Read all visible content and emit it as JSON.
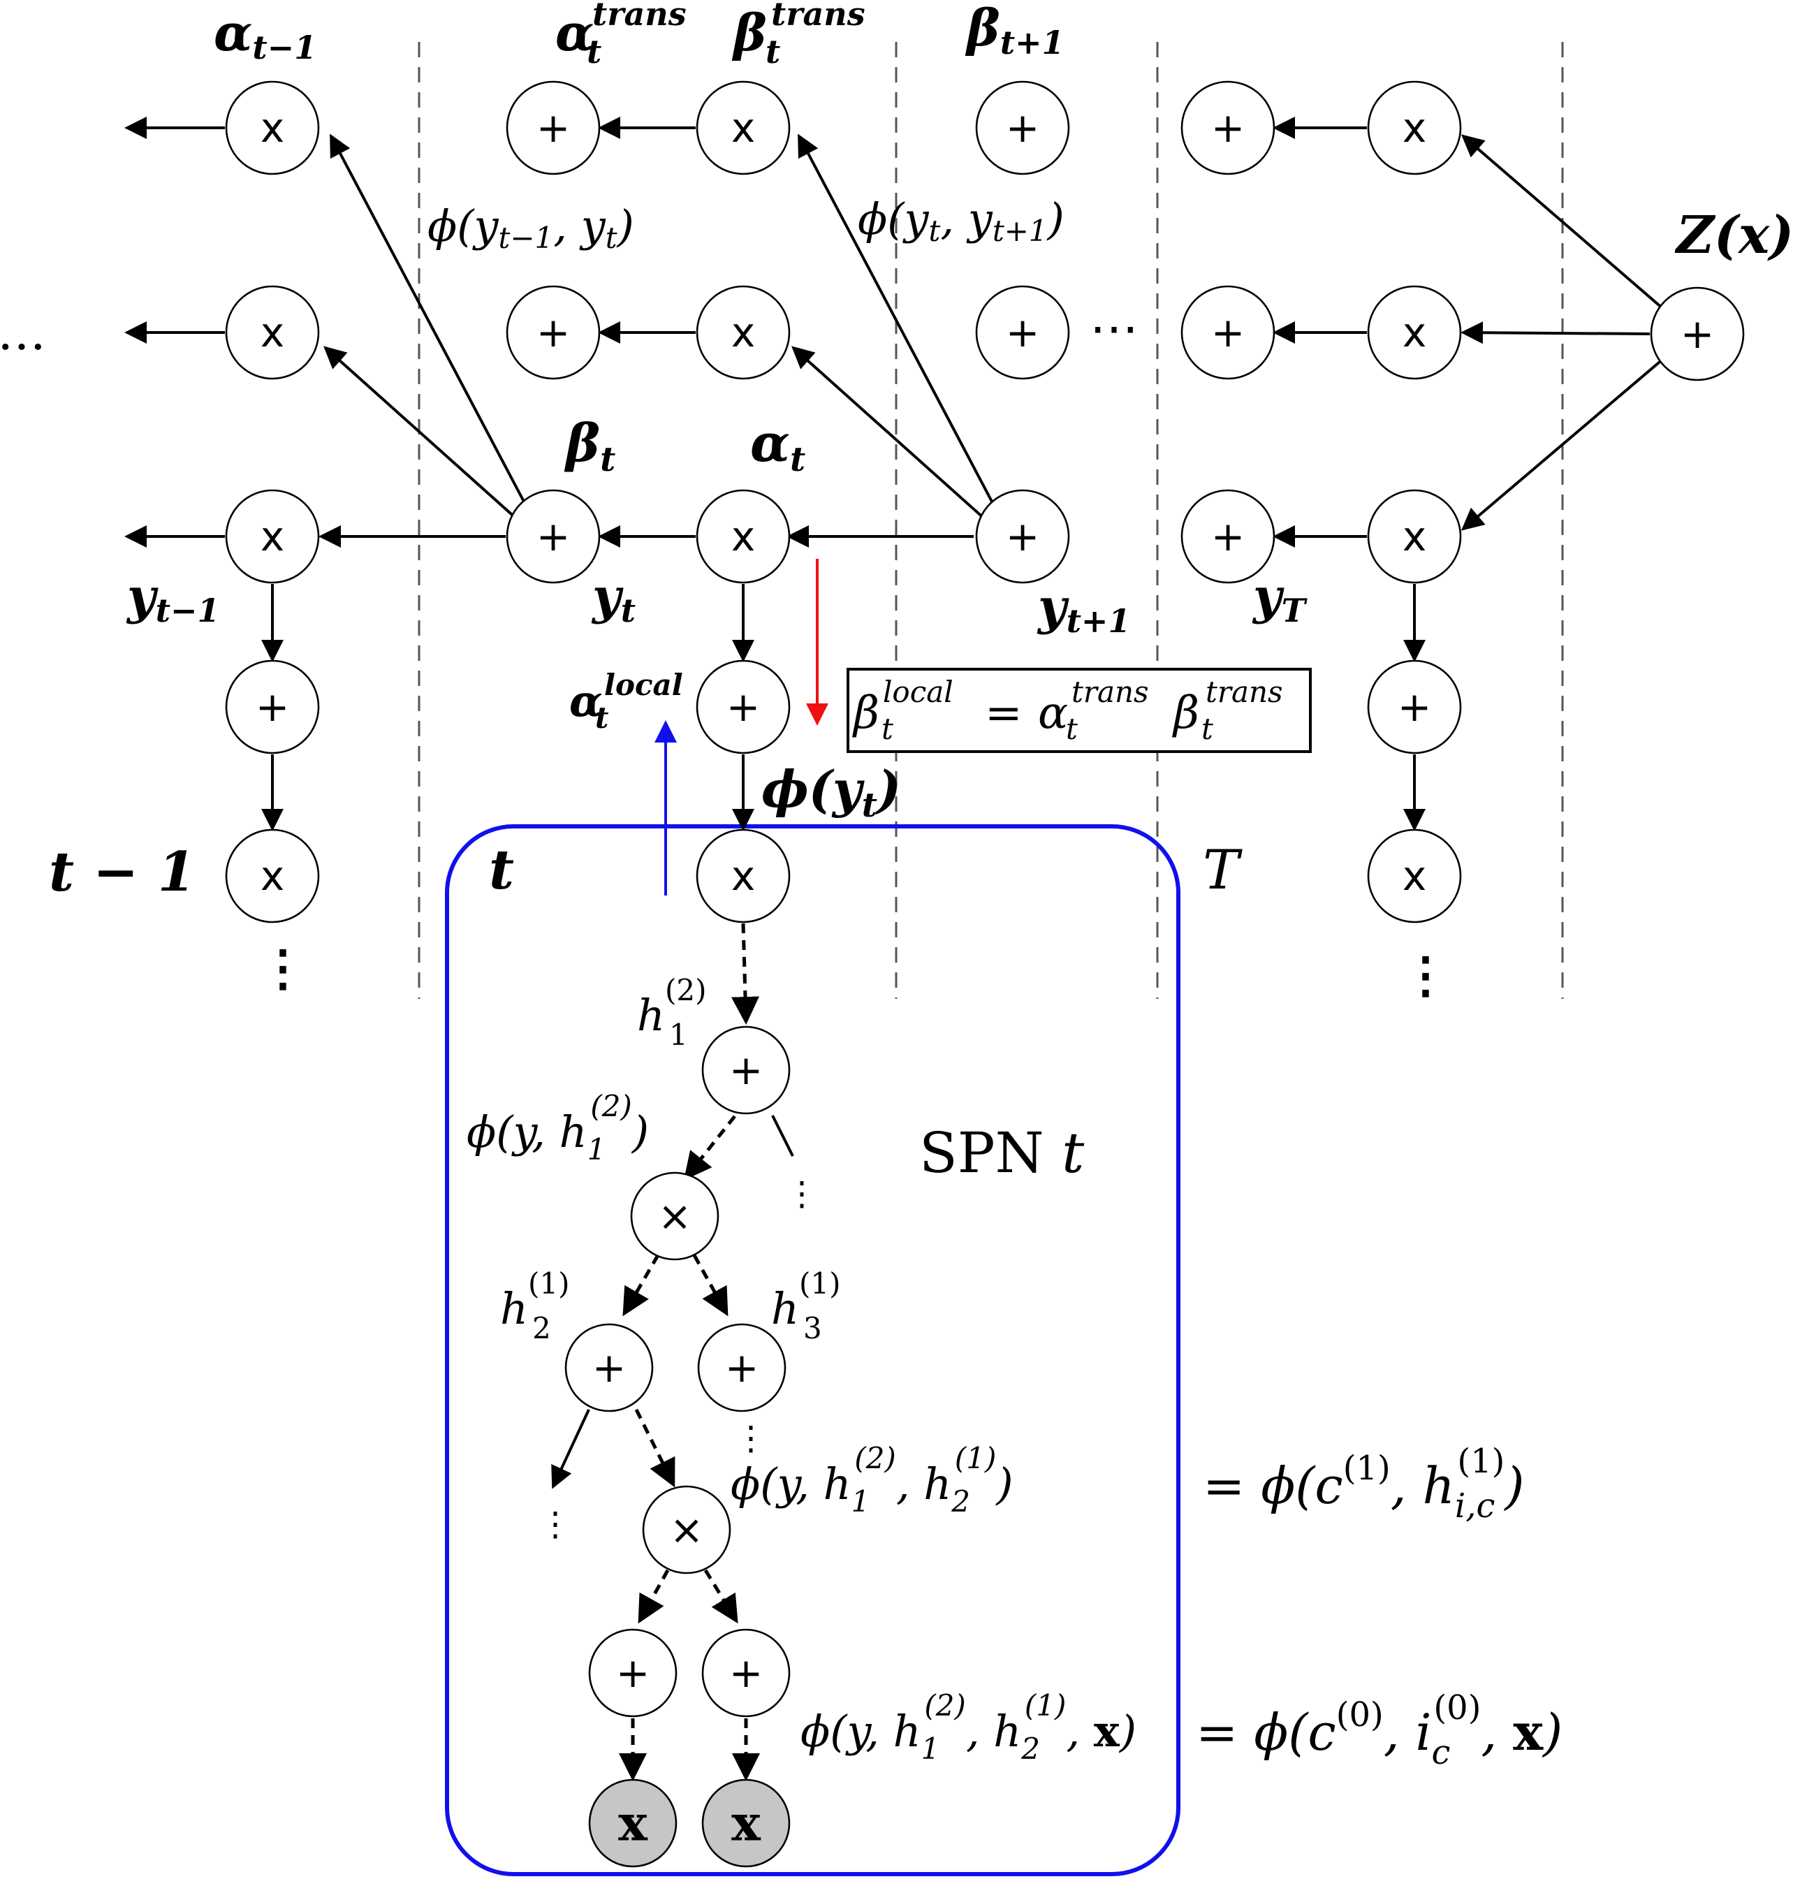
{
  "colors": {
    "green": "#127a12",
    "red": "#ee1111",
    "blue": "#1010ee",
    "black": "#000000",
    "leaf_fill": "#c6c6c6",
    "separator": "#555555"
  },
  "operators": {
    "sum": "+",
    "product_x": "x",
    "product_times": "×",
    "leaf": "x"
  },
  "labels": {
    "alpha_t_minus_1": {
      "base": "α",
      "sub": "t−1"
    },
    "alpha_t_trans": {
      "base": "α",
      "sub": "t",
      "sup": "trans"
    },
    "beta_t_trans": {
      "base": "β",
      "sub": "t",
      "sup": "trans"
    },
    "beta_t_plus_1": {
      "base": "β",
      "sub": "t+1"
    },
    "beta_t": {
      "base": "β",
      "sub": "t"
    },
    "alpha_t": {
      "base": "α",
      "sub": "t"
    },
    "phi_trans_left": "ϕ(yt−1, yt)",
    "phi_trans_right": "ϕ(yt, yt+1)",
    "z_x": "Z(x)",
    "y_t_minus_1": {
      "base": "y",
      "sub": "t−1"
    },
    "y_t": {
      "base": "y",
      "sub": "t"
    },
    "y_t_plus_1": {
      "base": "y",
      "sub": "t+1"
    },
    "y_T": {
      "base": "y",
      "sub": "T"
    },
    "alpha_t_local": {
      "base": "α",
      "sub": "t",
      "sup": "local"
    },
    "beta_local_eq": "β_t^local = α_t^trans β_t^trans",
    "phi_y_t": "ϕ(yt)",
    "col_t_minus_1": "t − 1",
    "col_t": "t",
    "col_T": "T",
    "h12": {
      "base": "h",
      "sub": "1",
      "sup": "(2)"
    },
    "phi_y_h12": "ϕ(y, h1(2))",
    "spn_t": "SPN t",
    "h21": {
      "base": "h",
      "sub": "2",
      "sup": "(1)"
    },
    "h31": {
      "base": "h",
      "sub": "3",
      "sup": "(1)"
    },
    "phi_y_h12_h21": "ϕ(y, h1(2), h2(1))",
    "phi_c1": "= ϕ(c(1), hi,c(1))",
    "phi_y_h12_h21_x": "ϕ(y, h1(2), h2(1), x)",
    "phi_c0": "= ϕ(c(0), ic(0), x)",
    "ellipsis_h": "…",
    "ellipsis_h_mid": "⋯",
    "ellipsis_v": "⋮"
  }
}
